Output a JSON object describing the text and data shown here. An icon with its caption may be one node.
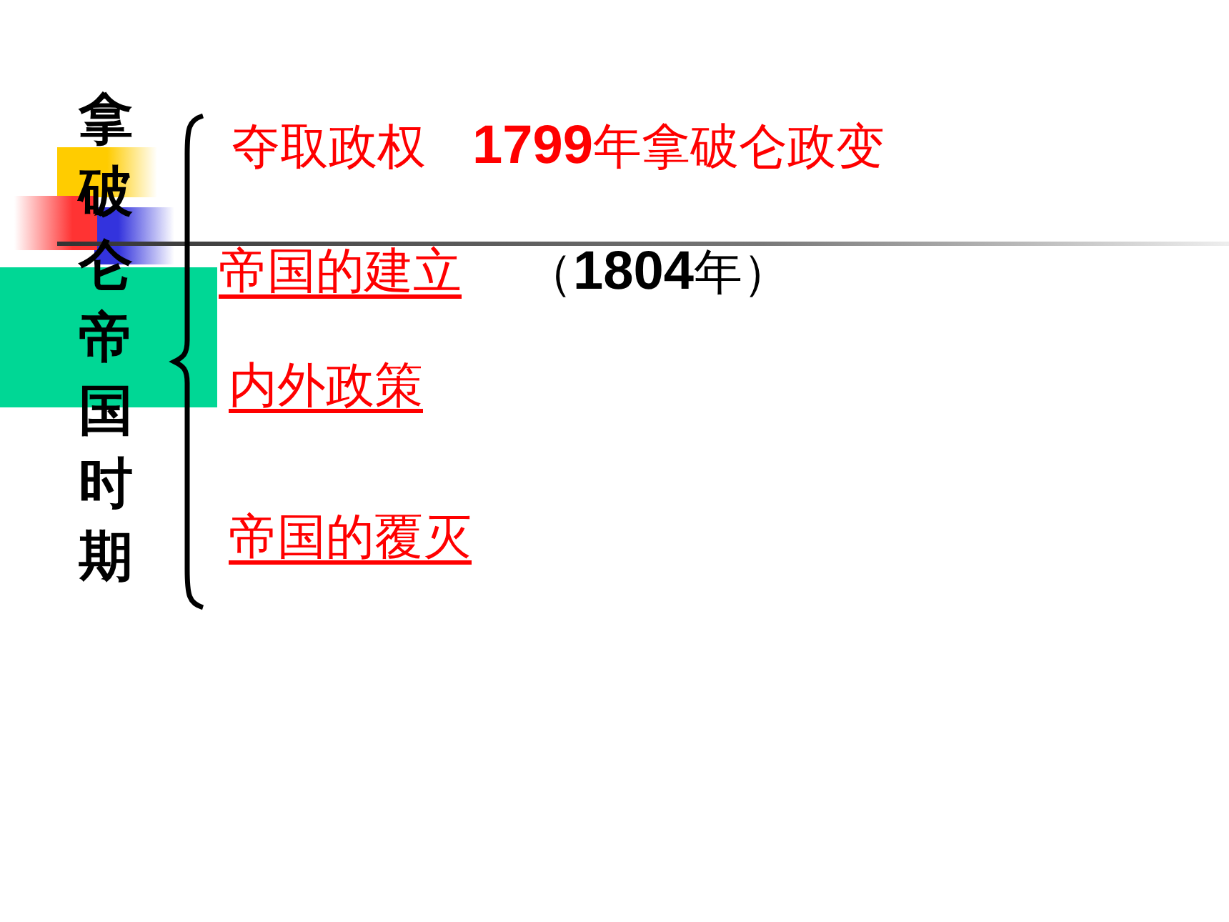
{
  "diagram": {
    "title": "拿破仑帝国时期",
    "labels": [
      "夺取政权   **1799**年拿破仑政变",
      "帝国的建立",
      "（**1804**年）",
      "内外政策",
      "帝国的覆灭"
    ]
  }
}
